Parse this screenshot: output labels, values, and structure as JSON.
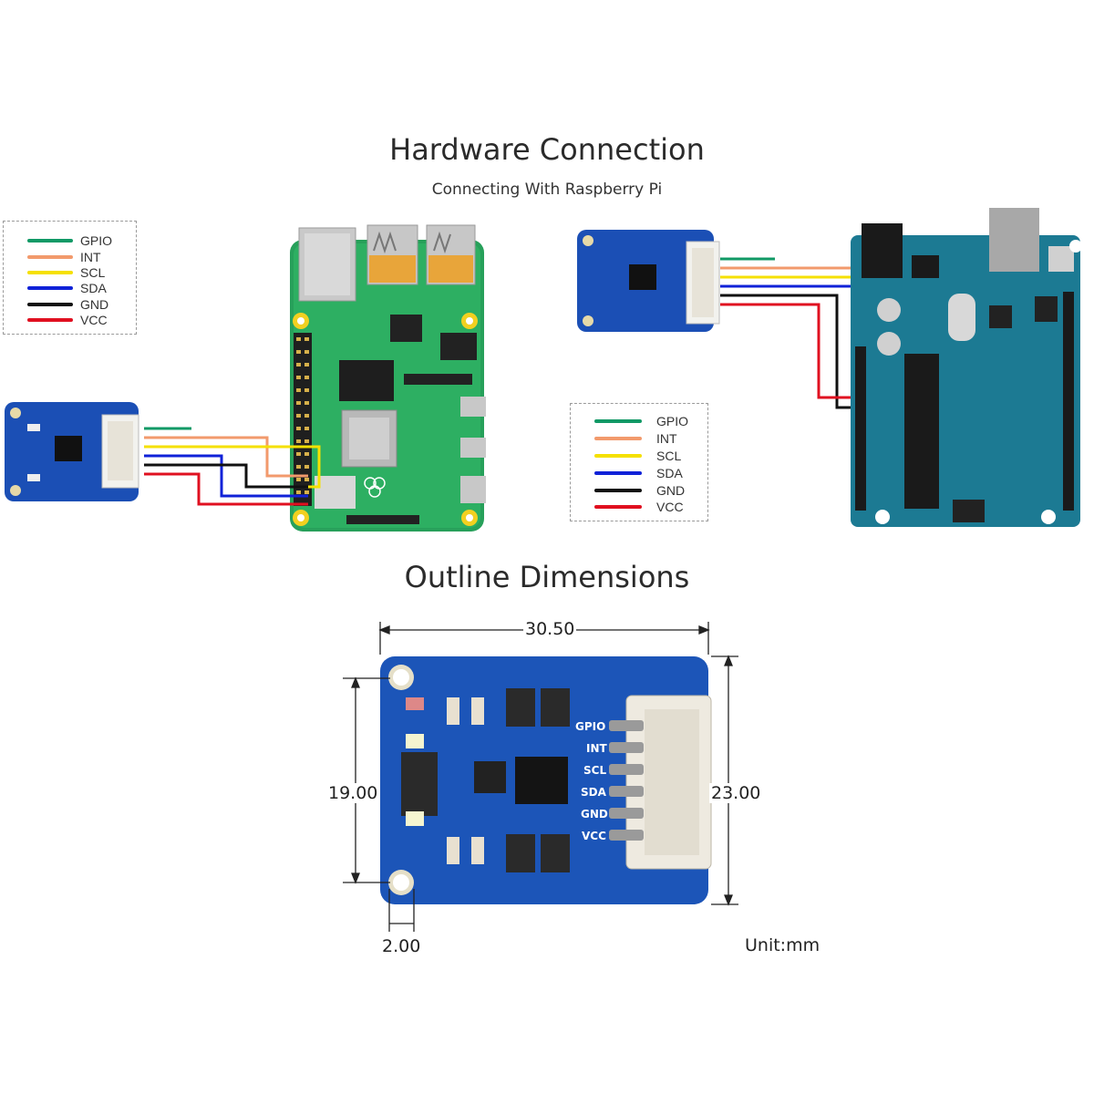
{
  "header": {
    "title": "Hardware Connection",
    "subtitle": "Connecting With Raspberry Pi"
  },
  "legend": [
    {
      "label": "GPIO",
      "color": "#119966"
    },
    {
      "label": "INT",
      "color": "#f29a6c"
    },
    {
      "label": "SCL",
      "color": "#f5e000"
    },
    {
      "label": "SDA",
      "color": "#1022d8"
    },
    {
      "label": "GND",
      "color": "#111111"
    },
    {
      "label": "VCC",
      "color": "#e01020"
    }
  ],
  "outline": {
    "title": "Outline Dimensions",
    "width": "30.50",
    "height_inner": "19.00",
    "height_outer": "23.00",
    "hole_offset": "2.00",
    "unit": "Unit:mm"
  },
  "board_pins": [
    "GPIO",
    "INT",
    "SCL",
    "SDA",
    "GND",
    "VCC"
  ],
  "icons": [
    "raspberry-pi-board",
    "arduino-board",
    "sensor-module",
    "raspberry-logo"
  ]
}
